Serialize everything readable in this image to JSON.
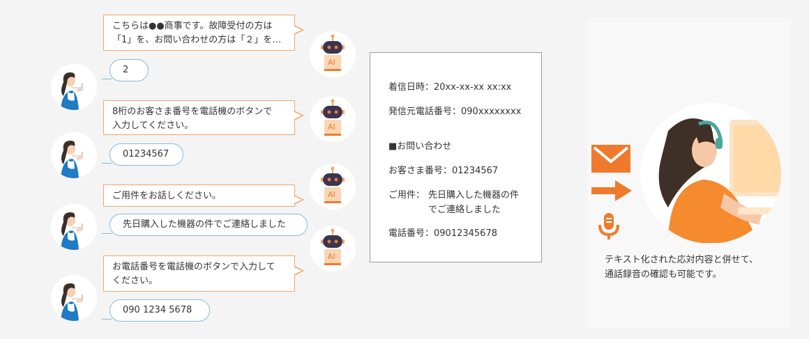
{
  "conversation": [
    {
      "ai": [
        "こちらは●●商事です。故障受付の方は",
        "「1」を、お問い合わせの方は「２」を…"
      ],
      "user": "2"
    },
    {
      "ai": [
        "8桁のお客さま番号を電話機のボタンで",
        "入力してください。"
      ],
      "user": "01234567"
    },
    {
      "ai": [
        "ご用件をお話しください。"
      ],
      "user": "先日購入した機器の件でご連絡しました"
    },
    {
      "ai": [
        "お電話番号を電話機のボタンで入力して",
        "ください。"
      ],
      "user": "090 1234 5678"
    }
  ],
  "robot_label": "AI",
  "record": {
    "received_at": "着信日時：20xx-xx-xx xx:xx",
    "caller_number": "発信元電話番号：090xxxxxxxx",
    "section_title": "■お問い合わせ",
    "customer_number": "お客さま番号：01234567",
    "subject_label": "ご用件：",
    "subject_line1": "先日購入した機器の件",
    "subject_line2": "でご連絡しました",
    "phone": "電話番号：09012345678"
  },
  "caption": {
    "line1": "テキスト化された応対内容と併せて、",
    "line2": "通話録音の確認も可能です。"
  },
  "colors": {
    "ai_border": "#f2a46b",
    "user_border": "#8ab7da",
    "accent_orange": "#f07a2c",
    "card_border": "#9a9a9a"
  },
  "icons": [
    "woman-avatar-icon",
    "robot-avatar-icon",
    "mail-icon",
    "arrow-right-icon",
    "microphone-icon",
    "operator-illustration"
  ]
}
